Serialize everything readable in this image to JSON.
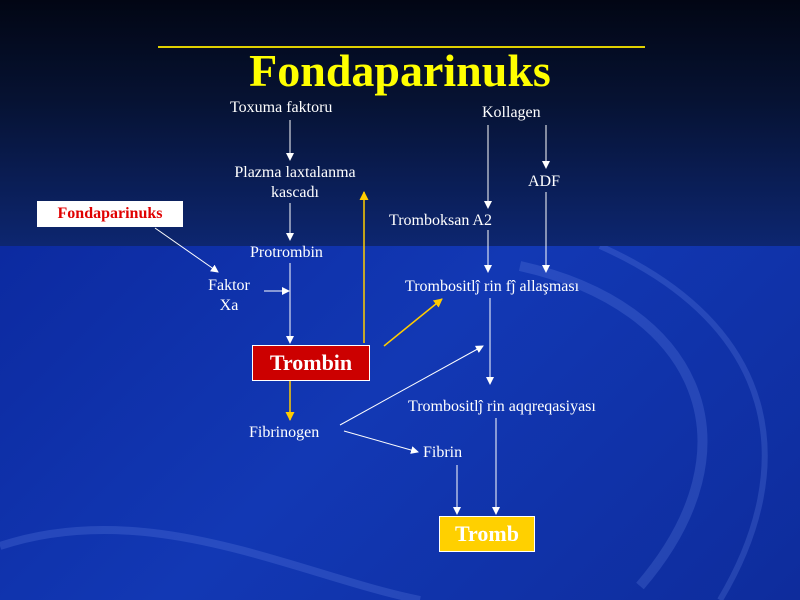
{
  "title": "Fondaparinuks",
  "nodes": {
    "toxuma_faktoru": "Toxuma faktoru",
    "plazma_line1": "Plazma laxtalanma",
    "plazma_line2": "kascadı",
    "protrombin": "Protrombin",
    "faktor_line1": "Faktor",
    "faktor_line2": "Xa",
    "trombin": "Trombin",
    "fibrinogen": "Fibrinogen",
    "fibrin": "Fibrin",
    "tromb": "Tromb",
    "kollagen": "Kollagen",
    "adf": "ADF",
    "tromboksan": "Tromboksan A2",
    "activation": "Trombositlĵ rin fĵ allaşması",
    "aggregation": "Trombositlĵ rin aqqreqasiyası",
    "fondaparinuks_box": "Fondaparinuks"
  },
  "colors": {
    "title": "#ffff00",
    "arrow_white": "#ffffff",
    "arrow_yellow": "#ffcc00",
    "trombin_box": "#cc0000",
    "tromb_box": "#ffd000",
    "fonda_text": "#e00000"
  }
}
